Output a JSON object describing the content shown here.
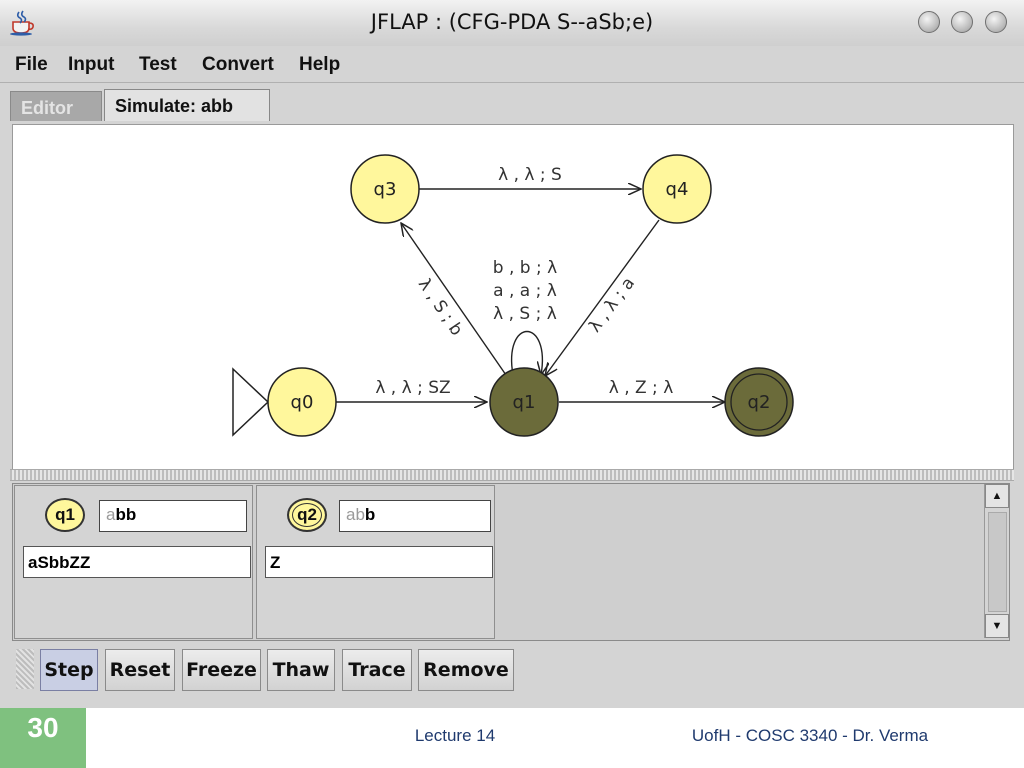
{
  "window": {
    "title": "JFLAP : (CFG-PDA S--aSb;e)",
    "menu": [
      "File",
      "Input",
      "Test",
      "Convert",
      "Help"
    ],
    "tabs": [
      "Editor",
      "Simulate: abb"
    ]
  },
  "automaton": {
    "states": [
      {
        "id": "q0",
        "label": "q0",
        "initial": true,
        "final": false,
        "highlight": false
      },
      {
        "id": "q1",
        "label": "q1",
        "initial": false,
        "final": false,
        "highlight": true
      },
      {
        "id": "q2",
        "label": "q2",
        "initial": false,
        "final": true,
        "highlight": true
      },
      {
        "id": "q3",
        "label": "q3",
        "initial": false,
        "final": false,
        "highlight": false
      },
      {
        "id": "q4",
        "label": "q4",
        "initial": false,
        "final": false,
        "highlight": false
      }
    ],
    "transitions": {
      "q0_q1": "λ , λ ; SZ",
      "q1_q2": "λ , Z ; λ",
      "q3_q4": "λ , λ ; S",
      "q1_q3": "λ , S ; b",
      "q4_q1": "λ , λ ; a",
      "q1_loop": [
        "b , b ; λ",
        "a , a ; λ",
        "λ , S ; λ"
      ]
    },
    "colors": {
      "state_fill": "#fff79c",
      "active_fill": "#6b6b3a",
      "edge": "#222222"
    }
  },
  "configurations": [
    {
      "state": "q1",
      "input_consumed": "a",
      "input_remaining": "bb",
      "stack": "aSbbZZ",
      "final": false
    },
    {
      "state": "q2",
      "input_consumed": "ab",
      "input_remaining": "b",
      "stack": "Z",
      "final": true
    }
  ],
  "toolbar": {
    "buttons": [
      "Step",
      "Reset",
      "Freeze",
      "Thaw",
      "Trace",
      "Remove"
    ]
  },
  "footer": {
    "slide_number": "30",
    "center": "Lecture 14",
    "right": "UofH - COSC 3340 - Dr. Verma"
  }
}
